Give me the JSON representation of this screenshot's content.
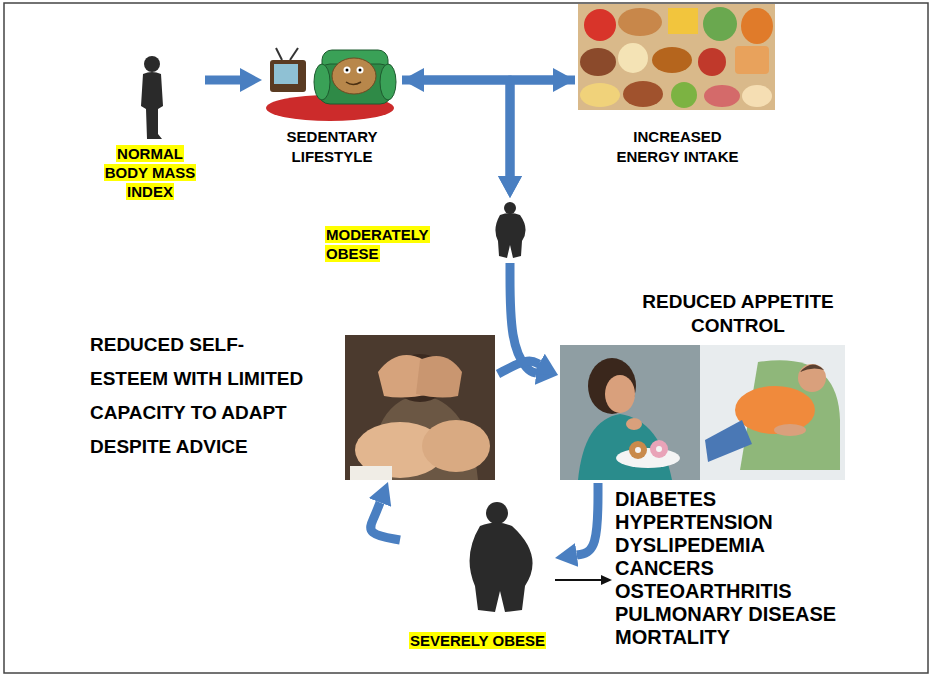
{
  "diagram": {
    "nodes": [
      {
        "text": [
          "NORMAL BODY MASS INDEX"
        ]
      },
      {
        "text": [
          "SEDENTARY LIFESTYLE"
        ]
      },
      {
        "text": [
          "INCREASED ENERGY INTAKE"
        ]
      },
      {
        "text": [
          "MODERATELY OBESE"
        ]
      },
      {
        "text": [
          "REDUCED APPETITE CONTROL"
        ]
      },
      {
        "text": [
          "REDUCED SELF-ESTEEM WITH LIMITED CAPACITY TO ADAPT DESPITE ADVICE"
        ]
      },
      {
        "text": [
          "SEVERELY OBESE"
        ]
      },
      {
        "text": [
          "DIABETES",
          "HYPERTENSION",
          "DYSLIPEDEMIA",
          "CANCERS",
          "OSTEOARTHRITIS",
          "PULMONARY DISEASE",
          "MORTALITY"
        ]
      }
    ],
    "edges": [
      {
        "from": 0,
        "to": 1,
        "arrow": "to"
      },
      {
        "from": 1,
        "to": 2,
        "arrow": "both"
      },
      {
        "from": 1,
        "to": 3,
        "arrow": "to"
      },
      {
        "from": 2,
        "to": 3,
        "arrow": "to"
      },
      {
        "from": 3,
        "to": 4,
        "arrow": "to"
      },
      {
        "from": 5,
        "to": 4,
        "arrow": "to"
      },
      {
        "from": 4,
        "to": 6,
        "arrow": "to"
      },
      {
        "from": 6,
        "to": 5,
        "arrow": "to"
      },
      {
        "from": 6,
        "to": 7,
        "arrow": "to"
      }
    ]
  }
}
